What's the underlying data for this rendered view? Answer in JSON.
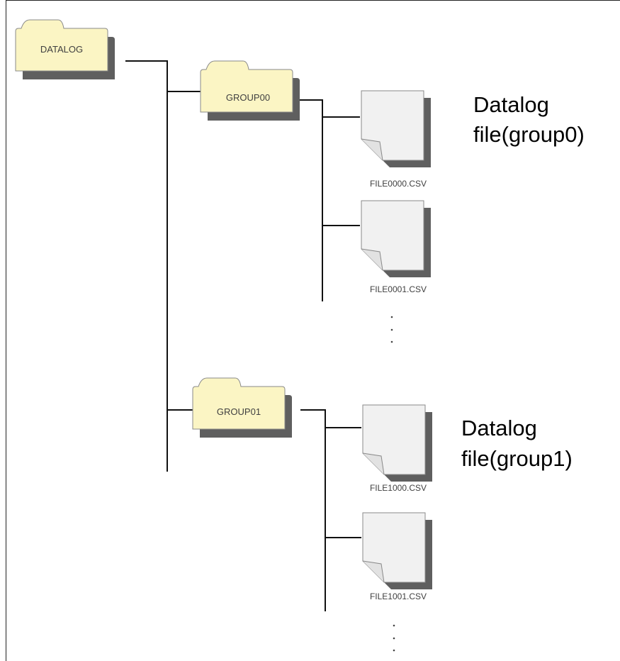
{
  "root_folder": {
    "label": "DATALOG"
  },
  "groups": [
    {
      "folder_label": "GROUP00",
      "files": [
        "FILE0000.CSV",
        "FILE0001.CSV"
      ],
      "description_lines": [
        "Datalog",
        "file(group0)"
      ]
    },
    {
      "folder_label": "GROUP01",
      "files": [
        "FILE1000.CSV",
        "FILE1001.CSV"
      ],
      "description_lines": [
        "Datalog",
        "file(group1)"
      ]
    }
  ],
  "continuation_marker": "⋮",
  "colors": {
    "folder_fill": "#fbf5c4",
    "folder_stroke": "#8a8a8a",
    "file_fill": "#f1f1f1",
    "file_stroke": "#8a8a8a",
    "shadow": "#5f5f5f",
    "line": "#111111"
  },
  "icons": {
    "folder": "folder-icon",
    "file": "file-icon"
  }
}
